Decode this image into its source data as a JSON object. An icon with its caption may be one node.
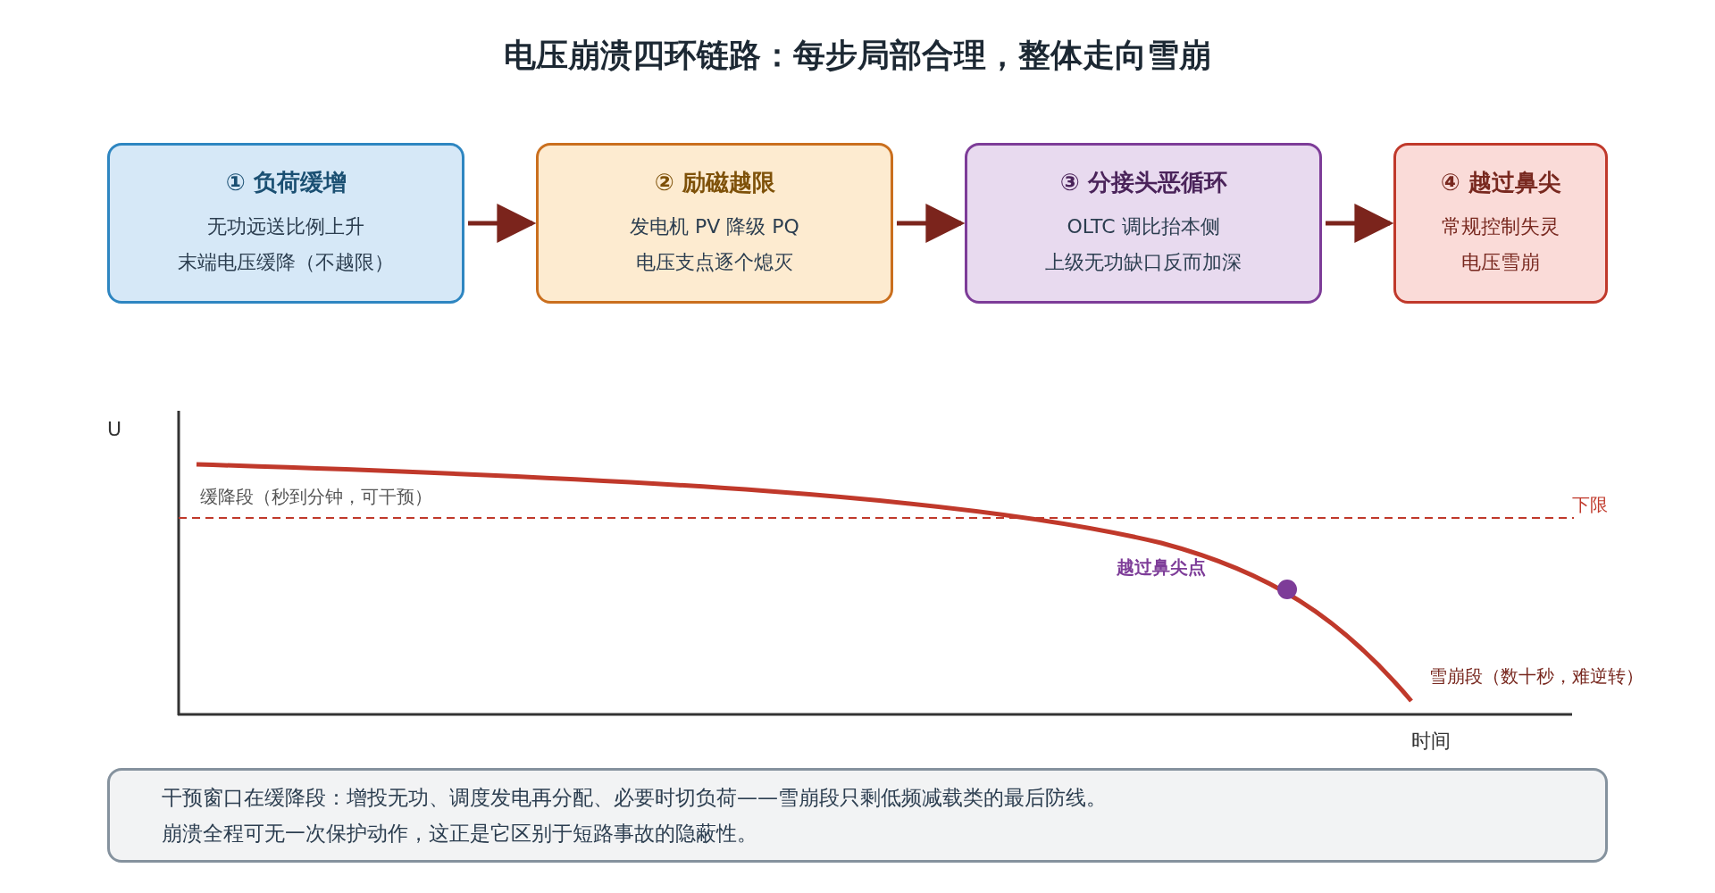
{
  "diagram": {
    "title": "电压崩溃四环链路：每步局部合理，整体走向雪崩",
    "nodes": [
      {
        "text": [
          "① 负荷缓增",
          "无功远送比例上升",
          "末端电压缓降（不越限）"
        ]
      },
      {
        "text": [
          "② 励磁越限",
          "发电机 PV 降级 PQ",
          "电压支点逐个熄灭"
        ]
      },
      {
        "text": [
          "③ 分接头恶循环",
          "OLTC 调比抬本侧",
          "上级无功缺口反而加深"
        ]
      },
      {
        "text": [
          "④ 越过鼻尖",
          "常规控制失灵",
          "电压雪崩"
        ]
      },
      {
        "text": [
          "干预窗口在缓降段：增投无功、调度发电再分配、必要时切负荷——雪崩段只剩低频减载类的最后防线。",
          "崩溃全程可无一次保护动作，这正是它区别于短路事故的隐蔽性。"
        ]
      }
    ],
    "edges": [
      {
        "from": 0,
        "to": 1,
        "arrow": "to"
      },
      {
        "from": 1,
        "to": 2,
        "arrow": "to"
      },
      {
        "from": 2,
        "to": 3,
        "arrow": "to"
      }
    ],
    "labels": [
      "U",
      "缓降段（秒到分钟，可干预）",
      "下限",
      "越过鼻尖点",
      "雪崩段（数十秒，难逆转）",
      "时间"
    ]
  }
}
